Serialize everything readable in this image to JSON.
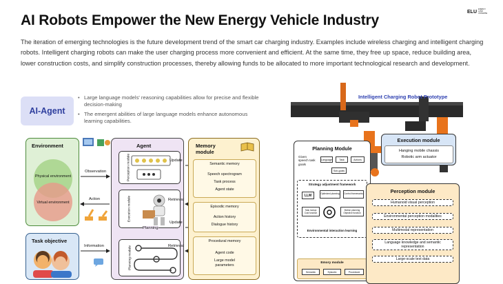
{
  "header": {
    "title": "AI Robots Empower the New Energy Vehicle Industry",
    "logo_mark": "ELU",
    "logo_text": "ENERGY LAND UNIVERSE"
  },
  "intro": "The iteration of emerging technologies is the future development trend of the smart car charging industry. Examples include wireless charging and intelligent charging robots. Intelligent charging robots can make the user charging process more convenient and efficient. At the same time, they free up space, reduce building area, lower construction costs, and simplify construction processes, thereby allowing funds to be allocated to more important technological research and development.",
  "ai_agent": {
    "badge": "AI-Agent",
    "bullets": [
      "Large language models' reasoning capabilities allow for precise and flexible decision-making",
      "The emergent abilities of large language models enhance autonomous learning capabilities."
    ]
  },
  "framework": {
    "environment": {
      "title": "Environment",
      "physical": "Physical environment",
      "virtual": "Virtual environment"
    },
    "task": {
      "title": "Task objective"
    },
    "arrows": {
      "observation": "Observation",
      "action": "Action",
      "information": "Information",
      "update1": "Update",
      "retrieval1": "Retrieval",
      "planning": "Planning",
      "update2": "Update",
      "retrieval2": "Retrieval"
    },
    "agent": {
      "title": "Agent",
      "perception": "Perception module",
      "execution": "Execution module",
      "planning": "Planning module"
    },
    "memory": {
      "title": "Memory module",
      "semantic": {
        "head": "Semantic memory",
        "items": [
          "Speech spectrogram",
          "Task process",
          "Agent state"
        ]
      },
      "episodic": {
        "head": "Episodic memory",
        "items": [
          "Action history",
          "Dialogue history"
        ]
      },
      "procedural": {
        "head": "Procedural memory",
        "items": [
          "Agent code",
          "Large model parameters"
        ]
      }
    }
  },
  "prototype": {
    "label": "Intelligent Charging Robot Prototype",
    "planning": {
      "title": "Planning Module",
      "given": "Given speech task goals",
      "chips": [
        "Language",
        "Task",
        "Actions"
      ],
      "subgoals": "Sub-goals",
      "strategy": "Strategy adjustment framework",
      "llm": "LLM",
      "chips2": [
        "Optimized planning",
        "Control frameworks",
        "Task lookup Cost function",
        "Motion planning Objective function"
      ],
      "env_learning": "Environmental interaction learning",
      "emory": "Emory module",
      "emory_chips": [
        "Semantic",
        "Episodic",
        "Procedural"
      ]
    },
    "execution": {
      "title": "Execution module",
      "items": [
        "Hanging mobile chassis",
        "Robotic arm actuator"
      ]
    },
    "perception": {
      "title": "Perception module",
      "items": [
        "Humanoid visual perception",
        "Environmental perception modalities",
        "Multimodal representation",
        "Language knowledge and semantic representation",
        "Large-scale text data"
      ]
    }
  },
  "colors": {
    "accent": "#2f3f9e",
    "badge_bg": "#dcdff6",
    "env_bg": "#dff0d6",
    "task_bg": "#d9e7f6",
    "agent_bg": "#efe4f4",
    "memory_bg": "#fdf1cf",
    "perception_bg": "#fde9c6",
    "execution_bg": "#d7e5f6",
    "robot_orange": "#e8731c"
  }
}
